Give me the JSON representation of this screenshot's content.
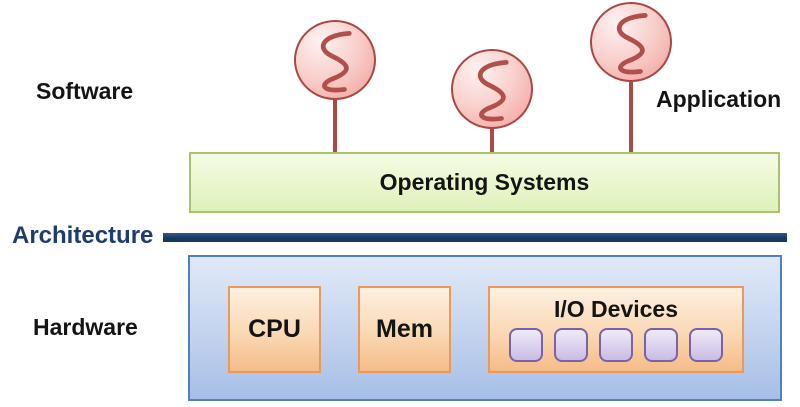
{
  "labels": {
    "software": "Software",
    "architecture": "Architecture",
    "hardware": "Hardware",
    "application": "Application"
  },
  "software_layer": {
    "os_label": "Operating Systems",
    "application_count": 3
  },
  "hardware_layer": {
    "cpu_label": "CPU",
    "mem_label": "Mem",
    "io_label": "I/O Devices",
    "io_device_count": 5
  },
  "colors": {
    "label_text": "#141414",
    "architecture_text": "#1e3c6d",
    "divider_line": "#17375e",
    "balloon_border": "#a84743",
    "balloon_fill_light": "#fdf2f1",
    "balloon_fill_dark": "#f19d96",
    "balloon_squiggle": "#b14f4b",
    "stem": "#a94a45",
    "os_box_border": "#a9c36a",
    "os_box_fill_top": "#f5fbe5",
    "os_box_fill_bottom": "#def1ba",
    "hardware_box_border": "#4f81bd",
    "hardware_box_fill_top": "#e0e9f8",
    "hardware_box_fill_bottom": "#a6bee7",
    "chip_border": "#e8995c",
    "chip_fill_top": "#fdf0e1",
    "chip_fill_bottom": "#f5bc89",
    "io_square_border": "#7a61a8",
    "io_square_fill_top": "#efeaf7",
    "io_square_fill_bottom": "#cabce3"
  }
}
